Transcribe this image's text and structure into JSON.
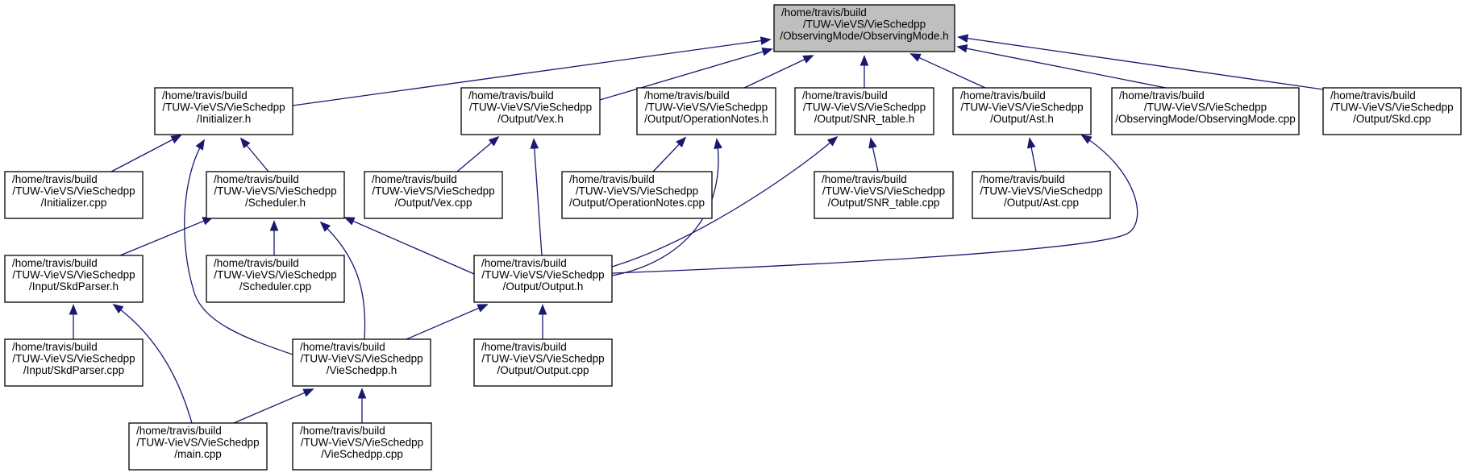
{
  "graph": {
    "nodes": [
      {
        "id": "observingmode_h",
        "lines": [
          "/home/travis/build",
          "/TUW-VieVS/VieSchedpp",
          "/ObservingMode/ObservingMode.h"
        ],
        "root": true
      },
      {
        "id": "initializer_h",
        "lines": [
          "/home/travis/build",
          "/TUW-VieVS/VieSchedpp",
          "/Initializer.h"
        ]
      },
      {
        "id": "vex_h",
        "lines": [
          "/home/travis/build",
          "/TUW-VieVS/VieSchedpp",
          "/Output/Vex.h"
        ]
      },
      {
        "id": "operationnotes_h",
        "lines": [
          "/home/travis/build",
          "/TUW-VieVS/VieSchedpp",
          "/Output/OperationNotes.h"
        ]
      },
      {
        "id": "snr_table_h",
        "lines": [
          "/home/travis/build",
          "/TUW-VieVS/VieSchedpp",
          "/Output/SNR_table.h"
        ]
      },
      {
        "id": "ast_h",
        "lines": [
          "/home/travis/build",
          "/TUW-VieVS/VieSchedpp",
          "/Output/Ast.h"
        ]
      },
      {
        "id": "observingmode_cpp",
        "lines": [
          "/home/travis/build",
          "/TUW-VieVS/VieSchedpp",
          "/ObservingMode/ObservingMode.cpp"
        ]
      },
      {
        "id": "skd_cpp",
        "lines": [
          "/home/travis/build",
          "/TUW-VieVS/VieSchedpp",
          "/Output/Skd.cpp"
        ]
      },
      {
        "id": "initializer_cpp",
        "lines": [
          "/home/travis/build",
          "/TUW-VieVS/VieSchedpp",
          "/Initializer.cpp"
        ]
      },
      {
        "id": "scheduler_h",
        "lines": [
          "/home/travis/build",
          "/TUW-VieVS/VieSchedpp",
          "/Scheduler.h"
        ]
      },
      {
        "id": "vex_cpp",
        "lines": [
          "/home/travis/build",
          "/TUW-VieVS/VieSchedpp",
          "/Output/Vex.cpp"
        ]
      },
      {
        "id": "operationnotes_cpp",
        "lines": [
          "/home/travis/build",
          "/TUW-VieVS/VieSchedpp",
          "/Output/OperationNotes.cpp"
        ]
      },
      {
        "id": "snr_table_cpp",
        "lines": [
          "/home/travis/build",
          "/TUW-VieVS/VieSchedpp",
          "/Output/SNR_table.cpp"
        ]
      },
      {
        "id": "ast_cpp",
        "lines": [
          "/home/travis/build",
          "/TUW-VieVS/VieSchedpp",
          "/Output/Ast.cpp"
        ]
      },
      {
        "id": "skdparser_h",
        "lines": [
          "/home/travis/build",
          "/TUW-VieVS/VieSchedpp",
          "/Input/SkdParser.h"
        ]
      },
      {
        "id": "scheduler_cpp",
        "lines": [
          "/home/travis/build",
          "/TUW-VieVS/VieSchedpp",
          "/Scheduler.cpp"
        ]
      },
      {
        "id": "output_h",
        "lines": [
          "/home/travis/build",
          "/TUW-VieVS/VieSchedpp",
          "/Output/Output.h"
        ]
      },
      {
        "id": "skdparser_cpp",
        "lines": [
          "/home/travis/build",
          "/TUW-VieVS/VieSchedpp",
          "/Input/SkdParser.cpp"
        ]
      },
      {
        "id": "vieschedpp_h",
        "lines": [
          "/home/travis/build",
          "/TUW-VieVS/VieSchedpp",
          "/VieSchedpp.h"
        ]
      },
      {
        "id": "output_cpp",
        "lines": [
          "/home/travis/build",
          "/TUW-VieVS/VieSchedpp",
          "/Output/Output.cpp"
        ]
      },
      {
        "id": "main_cpp",
        "lines": [
          "/home/travis/build",
          "/TUW-VieVS/VieSchedpp",
          "/main.cpp"
        ]
      },
      {
        "id": "vieschedpp_cpp",
        "lines": [
          "/home/travis/build",
          "/TUW-VieVS/VieSchedpp",
          "/VieSchedpp.cpp"
        ]
      }
    ],
    "edges": [
      {
        "from": "initializer_h",
        "to": "observingmode_h"
      },
      {
        "from": "vex_h",
        "to": "observingmode_h"
      },
      {
        "from": "operationnotes_h",
        "to": "observingmode_h"
      },
      {
        "from": "snr_table_h",
        "to": "observingmode_h"
      },
      {
        "from": "ast_h",
        "to": "observingmode_h"
      },
      {
        "from": "observingmode_cpp",
        "to": "observingmode_h"
      },
      {
        "from": "skd_cpp",
        "to": "observingmode_h"
      },
      {
        "from": "initializer_cpp",
        "to": "initializer_h"
      },
      {
        "from": "scheduler_h",
        "to": "initializer_h"
      },
      {
        "from": "vieschedpp_h",
        "to": "initializer_h"
      },
      {
        "from": "vex_cpp",
        "to": "vex_h"
      },
      {
        "from": "output_h",
        "to": "vex_h"
      },
      {
        "from": "operationnotes_cpp",
        "to": "operationnotes_h"
      },
      {
        "from": "output_h",
        "to": "operationnotes_h"
      },
      {
        "from": "snr_table_cpp",
        "to": "snr_table_h"
      },
      {
        "from": "output_h",
        "to": "snr_table_h"
      },
      {
        "from": "ast_cpp",
        "to": "ast_h"
      },
      {
        "from": "output_h",
        "to": "ast_h"
      },
      {
        "from": "skdparser_h",
        "to": "scheduler_h"
      },
      {
        "from": "scheduler_cpp",
        "to": "scheduler_h"
      },
      {
        "from": "vieschedpp_h",
        "to": "scheduler_h"
      },
      {
        "from": "output_h",
        "to": "scheduler_h"
      },
      {
        "from": "skdparser_cpp",
        "to": "skdparser_h"
      },
      {
        "from": "main_cpp",
        "to": "skdparser_h"
      },
      {
        "from": "vieschedpp_h",
        "to": "output_h"
      },
      {
        "from": "output_cpp",
        "to": "output_h"
      },
      {
        "from": "main_cpp",
        "to": "vieschedpp_h"
      },
      {
        "from": "vieschedpp_cpp",
        "to": "vieschedpp_h"
      }
    ]
  }
}
